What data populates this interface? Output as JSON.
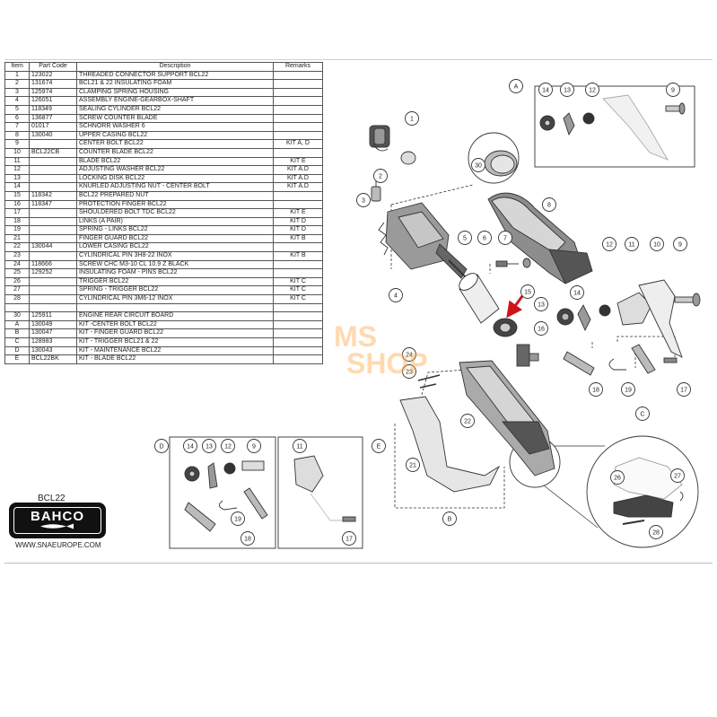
{
  "table": {
    "headers": [
      "Item",
      "Part Code",
      "Description",
      "Remarks"
    ],
    "rows": [
      [
        "1",
        "123022",
        "THREADED CONNECTOR SUPPORT BCL22",
        ""
      ],
      [
        "2",
        "131674",
        "BCL21 & 22 INSULATING FOAM",
        ""
      ],
      [
        "3",
        "125974",
        "CLAMPING SPRING HOUSING",
        ""
      ],
      [
        "4",
        "126051",
        "ASSEMBLY ENGINE-GEARBOX-SHAFT",
        ""
      ],
      [
        "5",
        "118349",
        "SEALING CYLINDER BCL22",
        ""
      ],
      [
        "6",
        "136877",
        "SCREW COUNTER BLADE",
        ""
      ],
      [
        "7",
        "01017",
        " SCHNORR WASHER 6",
        ""
      ],
      [
        "8",
        "130040",
        "UPPER CASING BCL22",
        ""
      ],
      [
        "9",
        "",
        "CENTER BOLT BCL22",
        "KIT A, D"
      ],
      [
        "10",
        "BCL22CB",
        "COUNTER BLADE BCL22",
        ""
      ],
      [
        "11",
        "",
        "BLADE BCL22",
        "KIT E"
      ],
      [
        "12",
        "",
        "ADJUSTING WASHER BCL22",
        "KIT A.D"
      ],
      [
        "13",
        "",
        "LOCKING DISK BCL22",
        "KIT A.D"
      ],
      [
        "14",
        "",
        "KNURLED ADJUSTING NUT - CENTER BOLT",
        "KIT A.D"
      ],
      [
        "15",
        "118342",
        "BCL22 PREPARED NUT",
        ""
      ],
      [
        "16",
        "118347",
        "PROTECTION FINGER BCL22",
        ""
      ],
      [
        "17",
        "",
        "SHOULDERED BOLT TDC BCL22",
        "KIT E"
      ],
      [
        "18",
        "",
        "LINKS (A PAIR)",
        "KIT D"
      ],
      [
        "19",
        "",
        "SPRING - LINKS BCL22",
        "KIT D"
      ],
      [
        "21",
        "",
        "FINGER GUARD BCL22",
        "KIT B"
      ],
      [
        "22",
        "130044",
        "LOWER CASING BCL22",
        ""
      ],
      [
        "23",
        "",
        "CYLINDRICAL PIN 3H8-22 INOX",
        "KIT B"
      ],
      [
        "24",
        "118666",
        "SCREW CHC M3-10 CL 10.9 Z BLACK",
        ""
      ],
      [
        "25",
        "129252",
        "INSULATING FOAM - PINS BCL22",
        ""
      ],
      [
        "26",
        "",
        "TRIGGER BCL22",
        "KIT C"
      ],
      [
        "27",
        "",
        "SPRING - TRIGGER BCL22",
        "KIT C"
      ],
      [
        "28",
        "",
        "CYLINDRICAL PIN 3M6-12 INOX",
        "KIT C"
      ],
      [
        "",
        "",
        "",
        ""
      ],
      [
        "30",
        "125911",
        "ENGINE REAR CIRCUIT BOARD",
        ""
      ],
      [
        "A",
        "130049",
        "KIT -CENTER BOLT BCL22",
        ""
      ],
      [
        "B",
        "130047",
        "KIT - FINGER GUARD BCL22",
        ""
      ],
      [
        "C",
        "128983",
        "KIT - TRIGGER BCL21 & 22",
        ""
      ],
      [
        "D",
        "130043",
        "KIT - MAINTENANCE BCL22",
        ""
      ],
      [
        "E",
        "BCL22BK",
        "KIT - BLADE BCL22",
        ""
      ]
    ]
  },
  "model": "BCL22",
  "brand": "BAHCO",
  "website": "WWW.SNAEUROPE.COM",
  "watermark": {
    "line1": "MS",
    "line2": "SHOP"
  },
  "callouts": {
    "main": [
      "1",
      "2",
      "3",
      "4",
      "5",
      "6",
      "7",
      "8",
      "9",
      "10",
      "11",
      "12",
      "13",
      "14",
      "15",
      "16",
      "17",
      "18",
      "19",
      "21",
      "22",
      "23",
      "24",
      "30"
    ],
    "kit_a": [
      "A",
      "14",
      "13",
      "12",
      "9"
    ],
    "kit_d": [
      "D",
      "14",
      "13",
      "12",
      "9",
      "19",
      "18"
    ],
    "kit_e": [
      "E",
      "11",
      "17"
    ],
    "kit_b": [
      "B"
    ],
    "kit_c": [
      "C",
      "26",
      "27",
      "28"
    ]
  },
  "colors": {
    "highlight_arrow": "#d0121b",
    "watermark": "#f5a64f",
    "line": "#333333"
  }
}
